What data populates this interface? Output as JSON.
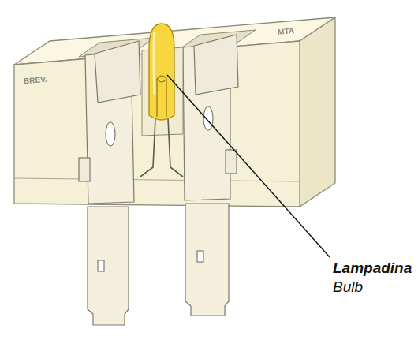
{
  "diagram": {
    "labels": [
      "MTA",
      "BREV.",
      "Lampadina",
      "Bulb"
    ]
  }
}
